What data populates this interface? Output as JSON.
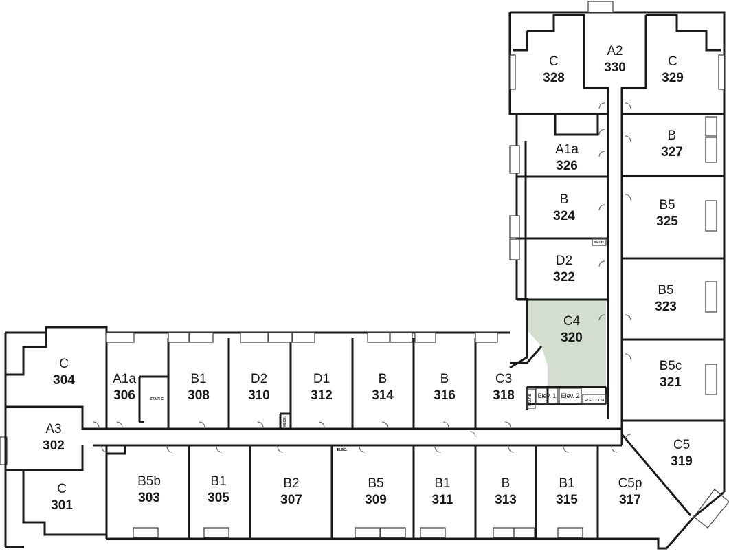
{
  "units": [
    {
      "id": "328",
      "type": "C",
      "num": "328"
    },
    {
      "id": "330",
      "type": "A2",
      "num": "330"
    },
    {
      "id": "329",
      "type": "C",
      "num": "329"
    },
    {
      "id": "326",
      "type": "A1a",
      "num": "326"
    },
    {
      "id": "327",
      "type": "B",
      "num": "327"
    },
    {
      "id": "324",
      "type": "B",
      "num": "324"
    },
    {
      "id": "325",
      "type": "B5",
      "num": "325"
    },
    {
      "id": "322",
      "type": "D2",
      "num": "322"
    },
    {
      "id": "323",
      "type": "B5",
      "num": "323"
    },
    {
      "id": "320",
      "type": "C4",
      "num": "320"
    },
    {
      "id": "321",
      "type": "B5c",
      "num": "321"
    },
    {
      "id": "319",
      "type": "C5",
      "num": "319"
    },
    {
      "id": "304",
      "type": "C",
      "num": "304"
    },
    {
      "id": "306",
      "type": "A1a",
      "num": "306"
    },
    {
      "id": "308",
      "type": "B1",
      "num": "308"
    },
    {
      "id": "310",
      "type": "D2",
      "num": "310"
    },
    {
      "id": "312",
      "type": "D1",
      "num": "312"
    },
    {
      "id": "314",
      "type": "B",
      "num": "314"
    },
    {
      "id": "316",
      "type": "B",
      "num": "316"
    },
    {
      "id": "318",
      "type": "C3",
      "num": "318"
    },
    {
      "id": "302",
      "type": "A3",
      "num": "302"
    },
    {
      "id": "301",
      "type": "C",
      "num": "301"
    },
    {
      "id": "303",
      "type": "B5b",
      "num": "303"
    },
    {
      "id": "305",
      "type": "B1",
      "num": "305"
    },
    {
      "id": "307",
      "type": "B2",
      "num": "307"
    },
    {
      "id": "309",
      "type": "B5",
      "num": "309"
    },
    {
      "id": "311",
      "type": "B1",
      "num": "311"
    },
    {
      "id": "313",
      "type": "B",
      "num": "313"
    },
    {
      "id": "315",
      "type": "B1",
      "num": "315"
    },
    {
      "id": "317",
      "type": "C5p",
      "num": "317"
    }
  ],
  "highlighted_unit": "320",
  "highlight_color": "#d3dece",
  "labels": {
    "elev1": "Elev. 1",
    "elev2": "Elev. 2",
    "elec_clst": "ELEC. CLST.",
    "mech": "MECH.",
    "stair_c": "STAIR C",
    "stairs": "STAIRS",
    "mech_small": "MECH.",
    "elec": "ELEC."
  }
}
